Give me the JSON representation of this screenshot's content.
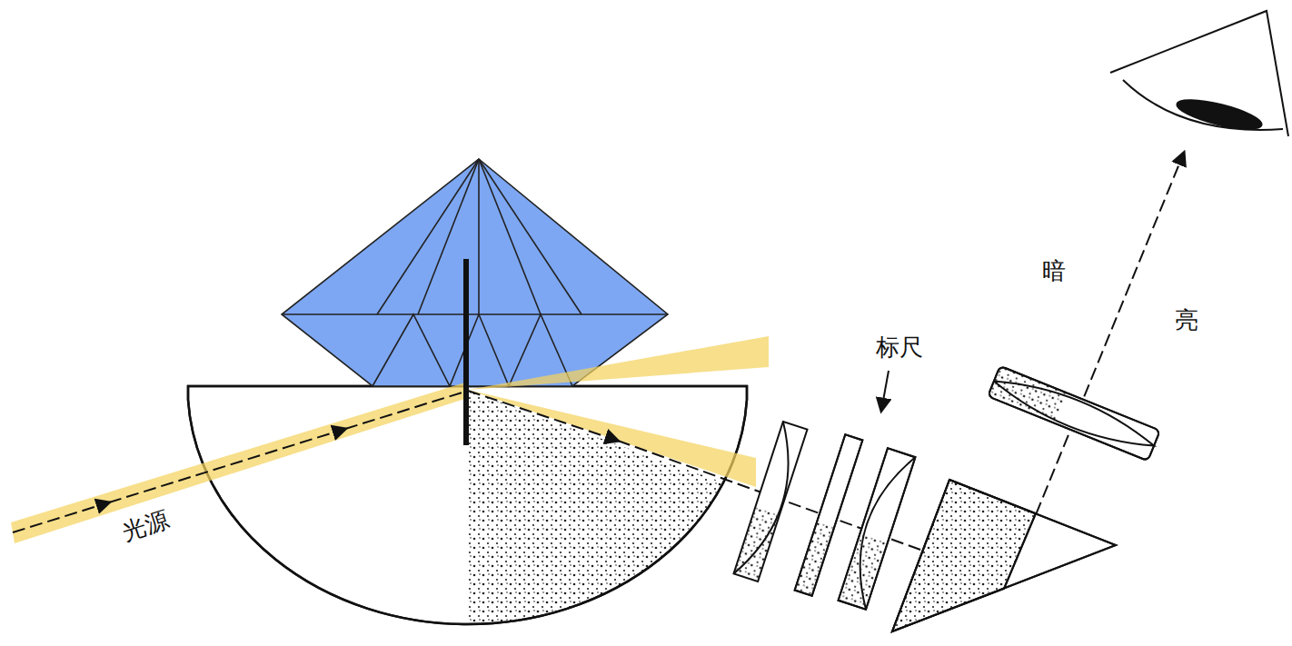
{
  "diagram": {
    "labels": [
      "光源",
      "标尺",
      "暗",
      "亮"
    ]
  }
}
